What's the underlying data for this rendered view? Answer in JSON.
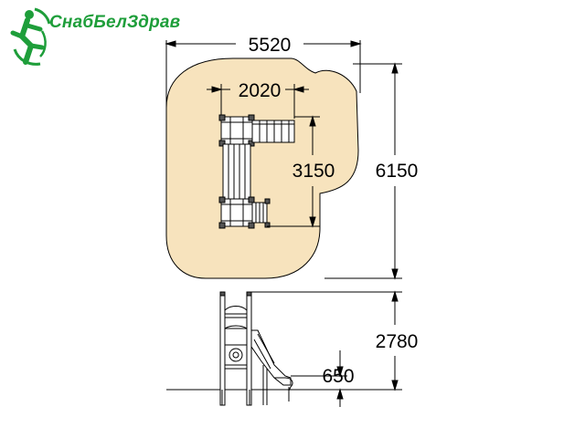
{
  "logo": {
    "text": "СнабБелЗдрав"
  },
  "colors": {
    "safety_zone": "#f7e3bd",
    "brand_green": "#1e9e3a"
  },
  "dimensions": {
    "zone_width": "5520",
    "platform_width": "2020",
    "platform_depth": "3150",
    "zone_depth": "6150",
    "total_height": "2780",
    "slide_end_height": "650"
  }
}
